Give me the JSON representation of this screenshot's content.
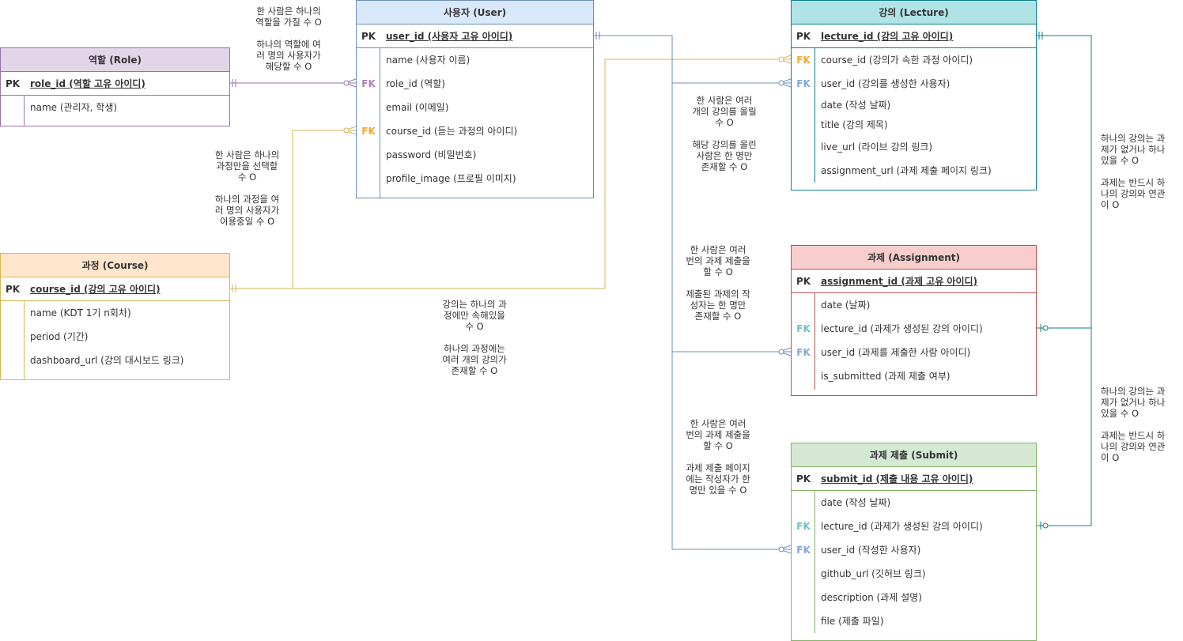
{
  "colors": {
    "user": "#6c8ebf",
    "role": "#9673a6",
    "course": "#d6b656",
    "lecture": "#0e8088",
    "assignment": "#b85450",
    "submit": "#82b366",
    "fk_role": "#a680b8",
    "fk_course": "#f0a830",
    "fk_user": "#7ea6e0",
    "fk_lecture": "#67c5c5"
  },
  "entities": {
    "user": {
      "title": "사용자 (User)",
      "pk": {
        "key": "PK",
        "field": "user_id (사용자 고유 아이디)"
      },
      "rows": [
        {
          "key": "",
          "field": "name (사용자 이름)"
        },
        {
          "key": "FK",
          "field": "role_id (역할)"
        },
        {
          "key": "",
          "field": "email (이메일)"
        },
        {
          "key": "FK",
          "field": "course_id (듣는 과정의 아이디)"
        },
        {
          "key": "",
          "field": "password (비밀번호)"
        },
        {
          "key": "",
          "field": "profile_image (프로필 이미지)"
        }
      ]
    },
    "role": {
      "title": "역할 (Role)",
      "pk": {
        "key": "PK",
        "field": "role_id (역할 고유 아이디)"
      },
      "rows": [
        {
          "key": "",
          "field": "name (관리자, 학생)"
        }
      ]
    },
    "course": {
      "title": "과정 (Course)",
      "pk": {
        "key": "PK",
        "field": "course_id (강의 고유 아이디)"
      },
      "rows": [
        {
          "key": "",
          "field": "name (KDT 1기 n회차)"
        },
        {
          "key": "",
          "field": "period (기간)"
        },
        {
          "key": "",
          "field": "dashboard_url (강의 대시보드 링크)"
        }
      ]
    },
    "lecture": {
      "title": "강의 (Lecture)",
      "pk": {
        "key": "PK",
        "field": "lecture_id (강의 고유 아이디)"
      },
      "rows": [
        {
          "key": "FK",
          "field": "course_id (강의가 속한 과정 아이디)"
        },
        {
          "key": "FK",
          "field": "user_id (강의를 생성한 사용자)"
        },
        {
          "key": "",
          "field": "date (작성 날짜)"
        },
        {
          "key": "",
          "field": "title (강의 제목)"
        },
        {
          "key": "",
          "field": "live_url (라이브 강의 링크)"
        },
        {
          "key": "",
          "field": "assignment_url (과제 제출 페이지 링크)"
        }
      ]
    },
    "assignment": {
      "title": "과제 (Assignment)",
      "pk": {
        "key": "PK",
        "field": "assignment_id (과제 고유 아이디)"
      },
      "rows": [
        {
          "key": "",
          "field": "date (날짜)"
        },
        {
          "key": "FK",
          "field": "lecture_id (과제가 생성된 강의 아이디)"
        },
        {
          "key": "FK",
          "field": "user_id (과제를 제출한 사람 아이디)"
        },
        {
          "key": "",
          "field": "is_submitted (과제 제출 여부)"
        }
      ]
    },
    "submit": {
      "title": "과제 제출 (Submit)",
      "pk": {
        "key": "PK",
        "field": "submit_id (제출 내용 고유 아이디)"
      },
      "rows": [
        {
          "key": "",
          "field": "date (작성 날짜)"
        },
        {
          "key": "FK",
          "field": "lecture_id (과제가 생성된 강의 아이디)"
        },
        {
          "key": "FK",
          "field": "user_id (작성한 사용자)"
        },
        {
          "key": "",
          "field": "github_url (깃허브 링크)"
        },
        {
          "key": "",
          "field": "description (과제 설명)"
        },
        {
          "key": "",
          "field": "file (제출 파일)"
        }
      ]
    }
  },
  "notes": {
    "user_role": "한 사람은 하나의\n역할을 가질 수 O\n\n하나의 역할에 여\n러 명의 사용자가\n해당할 수 O",
    "user_course": "한 사람은 하나의\n과정만을 선택할\n수 O\n\n하나의 과정을 여\n러 명의 사용자가\n이용중일 수 O",
    "course_lecture": "강의는 하나의 과\n정에만 속해있을\n수 O\n\n하나의 과정에는\n여러 개의 강의가\n존재할 수 O",
    "user_lecture": "한 사람은 여러\n개의 강의를 올릴\n수 O\n\n해당 강의를 올린\n사람은 한 명만\n존재할 수 O",
    "user_assignment": "한 사람은 여러\n번의 과제 제출을\n할 수 O\n\n제출된 과제의 작\n성자는 한 명만\n존재할 수 O",
    "user_submit": "한 사람은 여러\n번의 과제 제출을\n할 수 O\n\n과제 제출 페이지\n에는 작성자가 한\n명만 있을 수 O",
    "lecture_assignment": "하나의 강의는 과\n제가 없거나 하나\n있을 수 O\n\n과제는 반드시 하\n나의 강의와 연관\n이 O",
    "lecture_submit": "하나의 강의는 과\n제가 없거나 하나\n있을 수 O\n\n과제는 반드시 하\n나의 강의와 연관\n이 O"
  }
}
